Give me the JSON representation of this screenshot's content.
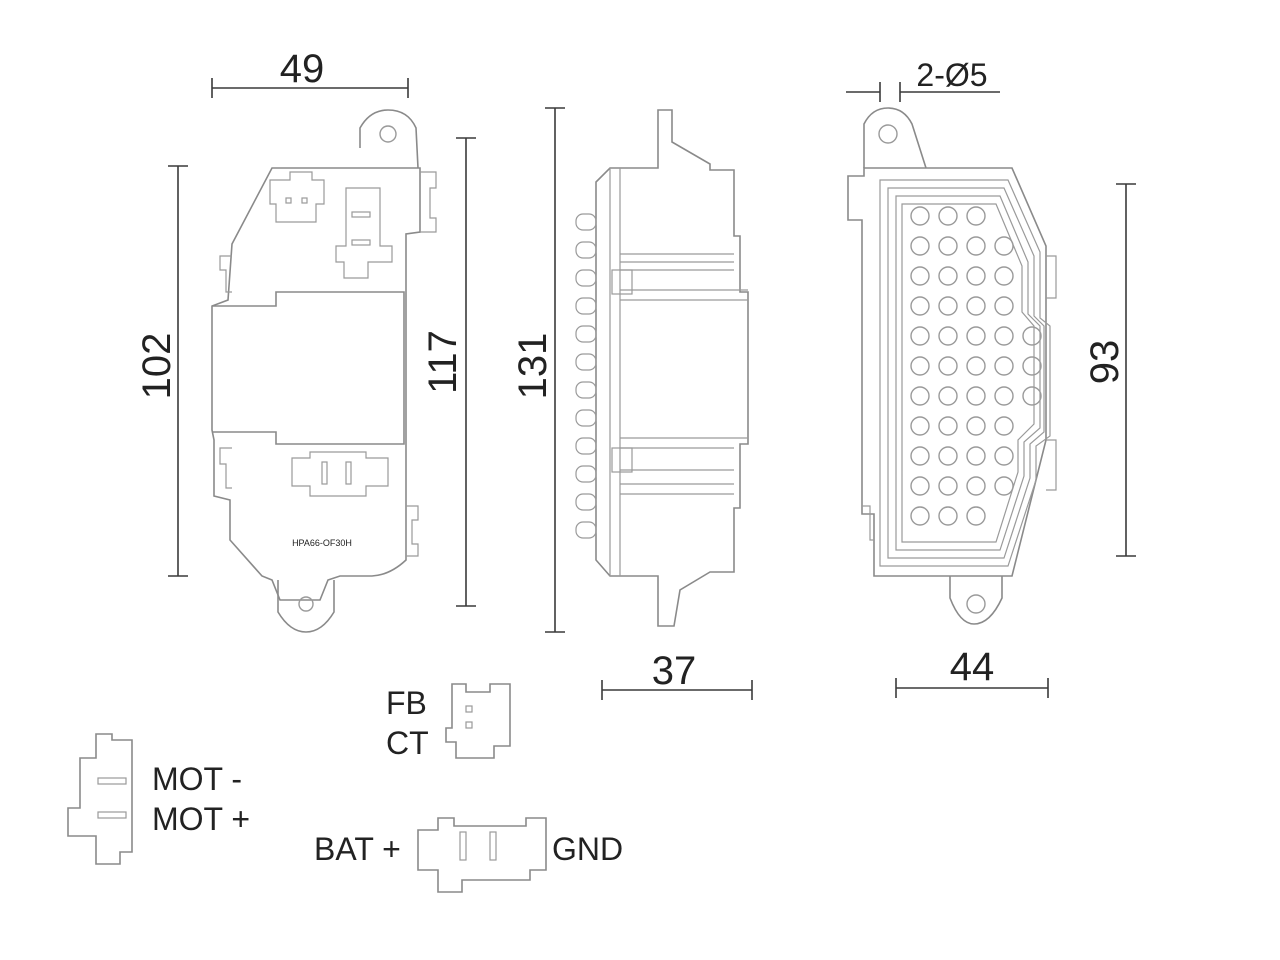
{
  "dimensions": {
    "front_width": "49",
    "front_height_inner": "102",
    "front_height_outer": "117",
    "side_height": "131",
    "side_width": "37",
    "hole_spec": "2-Ø5",
    "rear_height": "93",
    "rear_width": "44"
  },
  "part_marking": "HPA66-OF30H",
  "connectors": {
    "fb_ct": {
      "pin1": "FB",
      "pin2": "CT"
    },
    "motor": {
      "pin1": "MOT -",
      "pin2": "MOT +"
    },
    "power": {
      "left": "BAT +",
      "right": "GND"
    }
  },
  "colors": {
    "outline": "#8a8a8a",
    "dimension": "#3a3a3a",
    "text": "#222222"
  }
}
